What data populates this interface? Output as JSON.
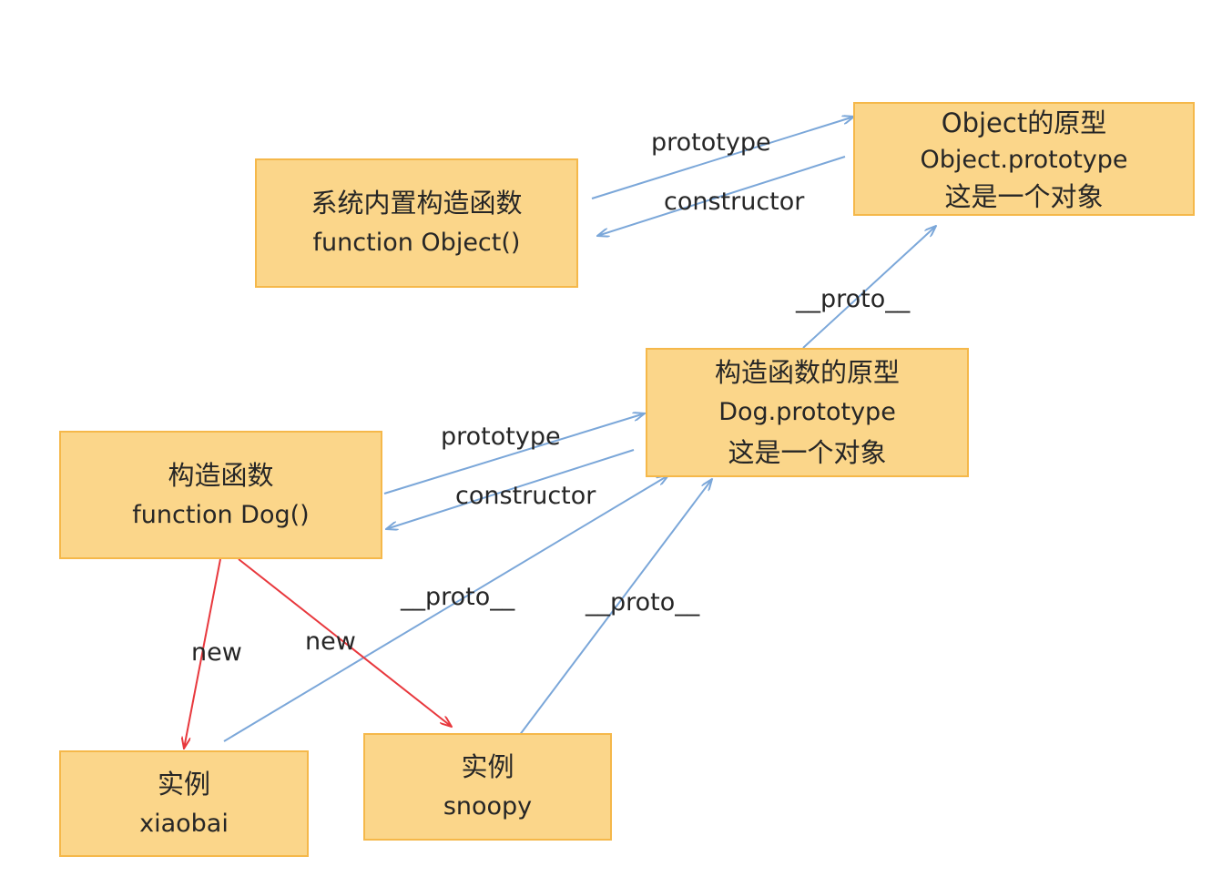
{
  "nodes": {
    "object_ctor": {
      "line1": "系统内置构造函数",
      "line2": "function Object()"
    },
    "object_proto": {
      "line1": "Object的原型",
      "line2": "Object.prototype",
      "line3": "这是一个对象"
    },
    "dog_proto": {
      "line1": "构造函数的原型",
      "line2": "Dog.prototype",
      "line3": "这是一个对象"
    },
    "dog_ctor": {
      "line1": "构造函数",
      "line2": "function Dog()"
    },
    "xiaobai": {
      "line1": "实例",
      "line2": "xiaobai"
    },
    "snoopy": {
      "line1": "实例",
      "line2": "snoopy"
    }
  },
  "edges": {
    "object_prototype": "prototype",
    "object_constructor": "constructor",
    "dogproto_proto": "__proto__",
    "dog_prototype": "prototype",
    "dog_constructor": "constructor",
    "new_xiaobai": "new",
    "new_snoopy": "new",
    "xiaobai_proto": "__proto__",
    "snoopy_proto": "__proto__"
  },
  "colors": {
    "box_fill": "#fbd68a",
    "box_border": "#f5b84a",
    "link_blue": "#7ba7d9",
    "new_red": "#e8383d"
  }
}
